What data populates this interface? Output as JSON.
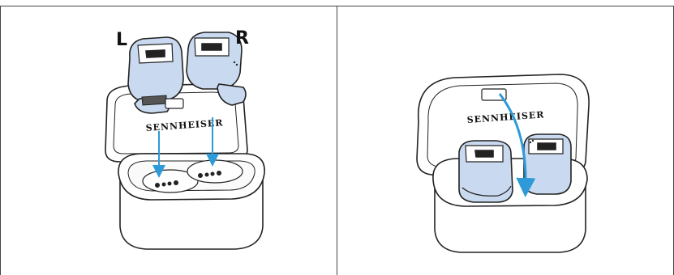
{
  "panels": [
    {
      "id": "insert",
      "labels": {
        "left": "L",
        "right": "R"
      },
      "brand": "SENNHEISER"
    },
    {
      "id": "close",
      "brand": "SENNHEISER"
    }
  ],
  "colors": {
    "frame": "#444444",
    "outline": "#222222",
    "earbud_fill": "#c9d9ef",
    "arrow": "#2e9ad8",
    "case_fill": "#ffffff"
  }
}
